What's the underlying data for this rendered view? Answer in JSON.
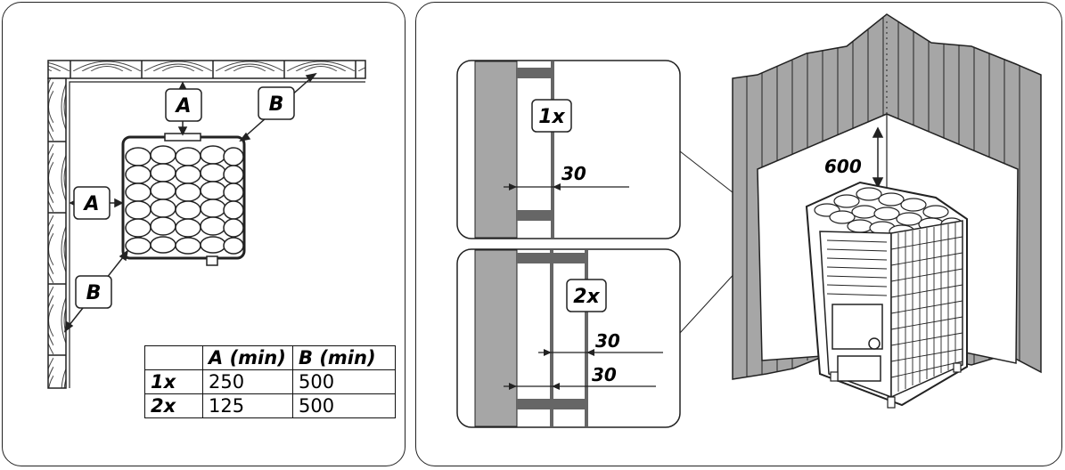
{
  "labels": {
    "A": "A",
    "B": "B",
    "one_x": "1x",
    "two_x": "2x",
    "d30": "30",
    "d600": "600"
  },
  "table": {
    "headers": [
      "",
      "A (min)",
      "B (min)"
    ],
    "rows": [
      {
        "label": "1x",
        "a": "250",
        "b": "500"
      },
      {
        "label": "2x",
        "a": "125",
        "b": "500"
      }
    ]
  },
  "colors": {
    "line": "#222222",
    "wall_fill": "#a6a6a6",
    "hatch": "#555555"
  }
}
